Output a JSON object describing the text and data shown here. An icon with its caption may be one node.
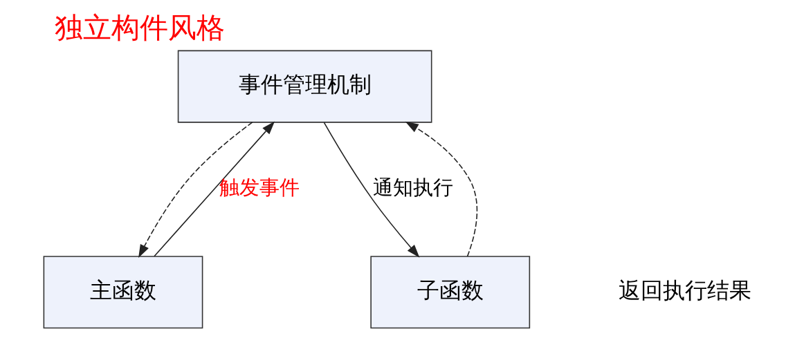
{
  "diagram": {
    "title": "独立构件风格",
    "nodes": [
      {
        "text": [
          "事件管理机制"
        ]
      },
      {
        "text": [
          "主函数"
        ]
      },
      {
        "text": [
          "子函数"
        ]
      }
    ],
    "edges": [
      {
        "from": 1,
        "to": 0,
        "arrow": "to",
        "label": "触发事件"
      },
      {
        "from": 0,
        "to": 1,
        "arrow": "to",
        "style": "dashed"
      },
      {
        "from": 0,
        "to": 2,
        "arrow": "to",
        "label": "通知执行"
      },
      {
        "from": 2,
        "to": 0,
        "arrow": "to",
        "style": "dashed"
      }
    ],
    "labels": [
      "返回执行结果"
    ]
  }
}
